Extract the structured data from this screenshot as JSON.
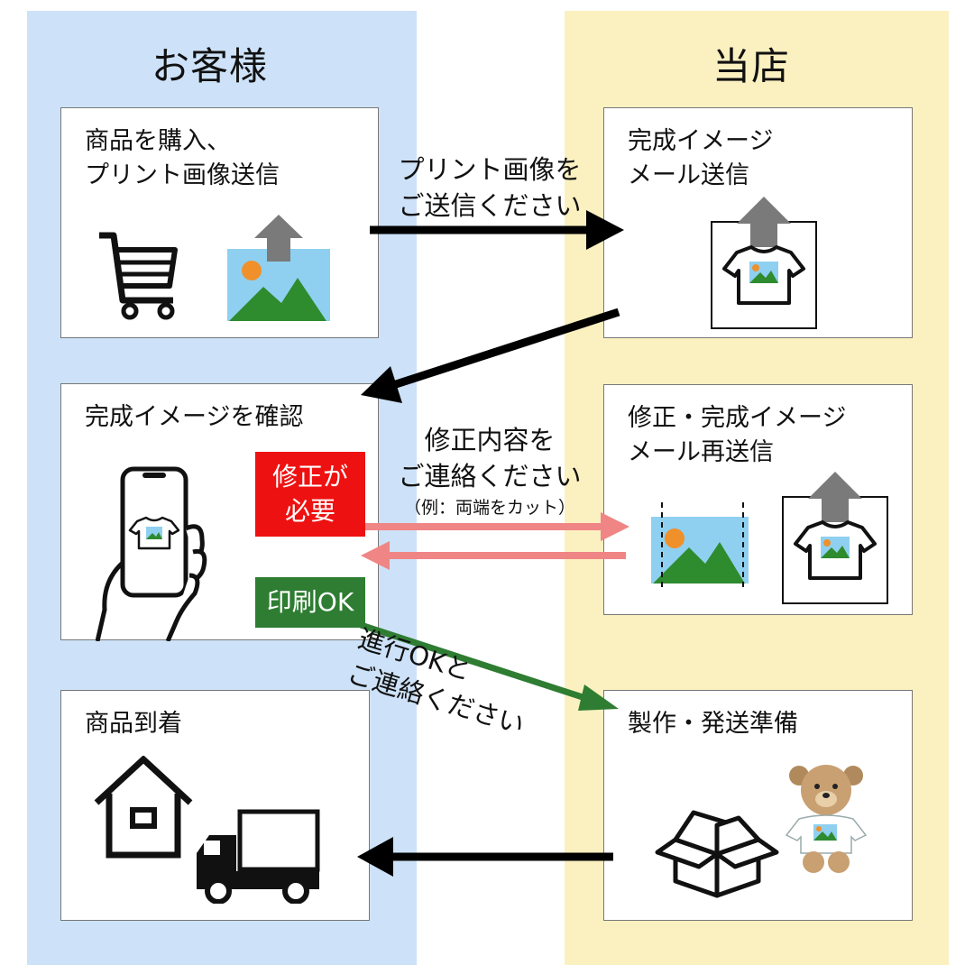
{
  "colors": {
    "customer_bg": "#cde2f8",
    "shop_bg": "#fbf0c0",
    "need_fix": "#ee1111",
    "print_ok": "#2e7d32",
    "fix_arrow": "#f08585",
    "ok_arrow": "#2e7d32",
    "main_arrow": "#000000",
    "sky": "#8fd0f0",
    "mountain": "#2e8b2e",
    "sun": "#f0902a",
    "upload_arrow": "#7a7a7a"
  },
  "columns": {
    "customer": "お客様",
    "shop": "当店"
  },
  "boxes": {
    "purchase": "商品を購入、\nプリント画像送信",
    "mockup_mail": "完成イメージ\nメール送信",
    "check": "完成イメージを確認",
    "revised_mail": "修正・完成イメージ\nメール再送信",
    "arrival": "商品到着",
    "production": "製作・発送準備"
  },
  "tags": {
    "need_fix": "修正が\n必要",
    "print_ok": "印刷OK"
  },
  "messages": {
    "send_image": "プリント画像を\nご送信ください",
    "fix_request": "修正内容を\nご連絡ください",
    "fix_example": "（例：両端をカット）",
    "proceed": "進行OKと\nご連絡ください"
  },
  "icons": [
    "cart-icon",
    "image-upload-icon",
    "tshirt-mockup-icon",
    "smartphone-hand-icon",
    "cropped-image-icon",
    "house-icon",
    "truck-icon",
    "open-box-icon",
    "teddy-bear-icon"
  ]
}
